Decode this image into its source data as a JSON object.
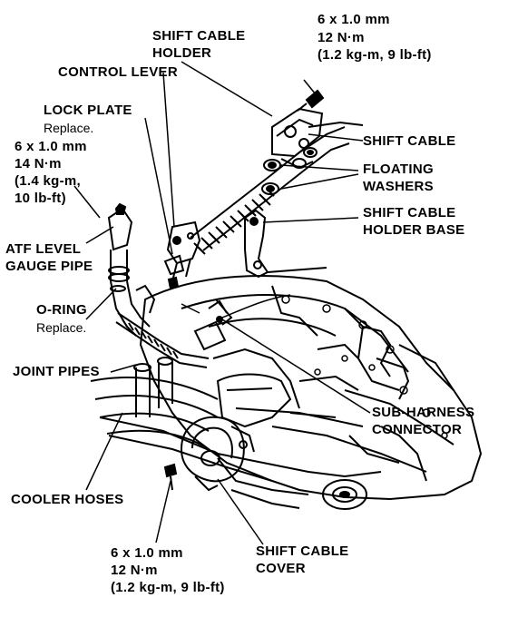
{
  "labels": {
    "shift_cable_holder": [
      "SHIFT CABLE",
      "HOLDER"
    ],
    "control_lever": "CONTROL LEVER",
    "lock_plate": "LOCK PLATE",
    "lock_plate_note": "Replace.",
    "bolt_top": [
      "6 x 1.0 mm",
      "12 N·m",
      "(1.2 kg-m, 9 lb-ft)"
    ],
    "bolt_left": [
      "6 x 1.0 mm",
      "14 N·m",
      "(1.4 kg-m,",
      "10 lb-ft)"
    ],
    "shift_cable": "SHIFT CABLE",
    "floating_washers": [
      "FLOATING",
      "WASHERS"
    ],
    "shift_cable_holder_base": [
      "SHIFT CABLE",
      "HOLDER BASE"
    ],
    "atf_level_gauge_pipe": [
      "ATF LEVEL",
      "GAUGE PIPE"
    ],
    "o_ring": "O-RING",
    "o_ring_note": "Replace.",
    "joint_pipes": "JOINT PIPES",
    "sub_harness_connector": [
      "SUB-HARNESS",
      "CONNECTOR"
    ],
    "cooler_hoses": "COOLER HOSES",
    "bolt_bottom": [
      "6 x 1.0 mm",
      "12 N·m",
      "(1.2 kg-m, 9 lb-ft)"
    ],
    "shift_cable_cover": [
      "SHIFT CABLE",
      "COVER"
    ]
  }
}
